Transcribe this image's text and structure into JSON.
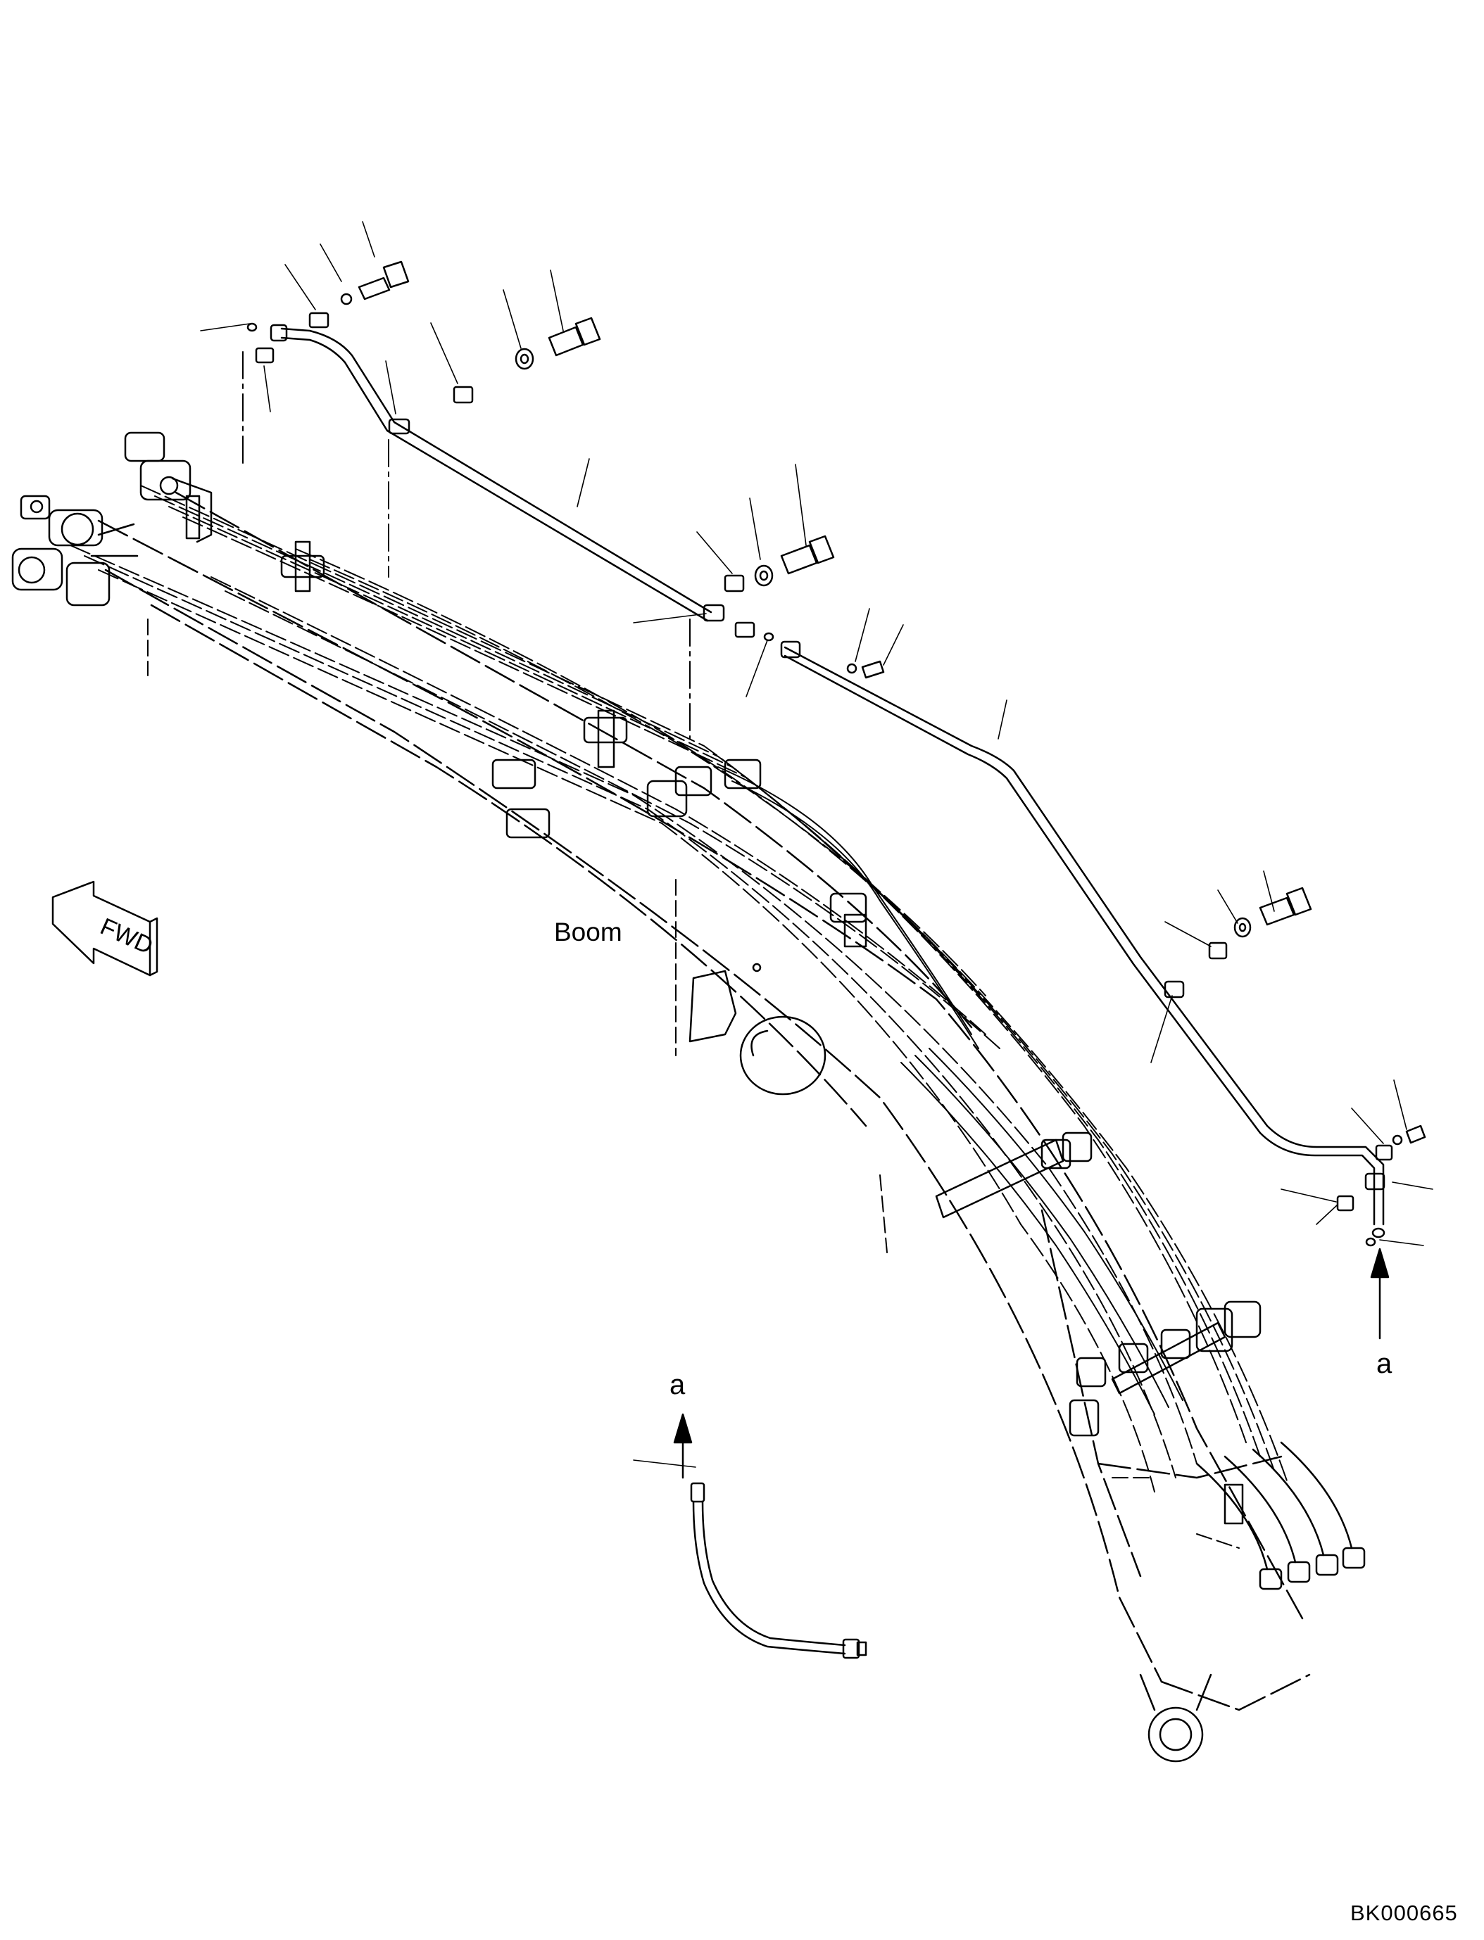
{
  "labels": {
    "boom": "Boom",
    "fwd": "FWD",
    "view_a_right": "a",
    "view_a_left": "a",
    "drawing_code": "BK000665"
  },
  "colors": {
    "line": "#000000",
    "background": "#ffffff"
  }
}
